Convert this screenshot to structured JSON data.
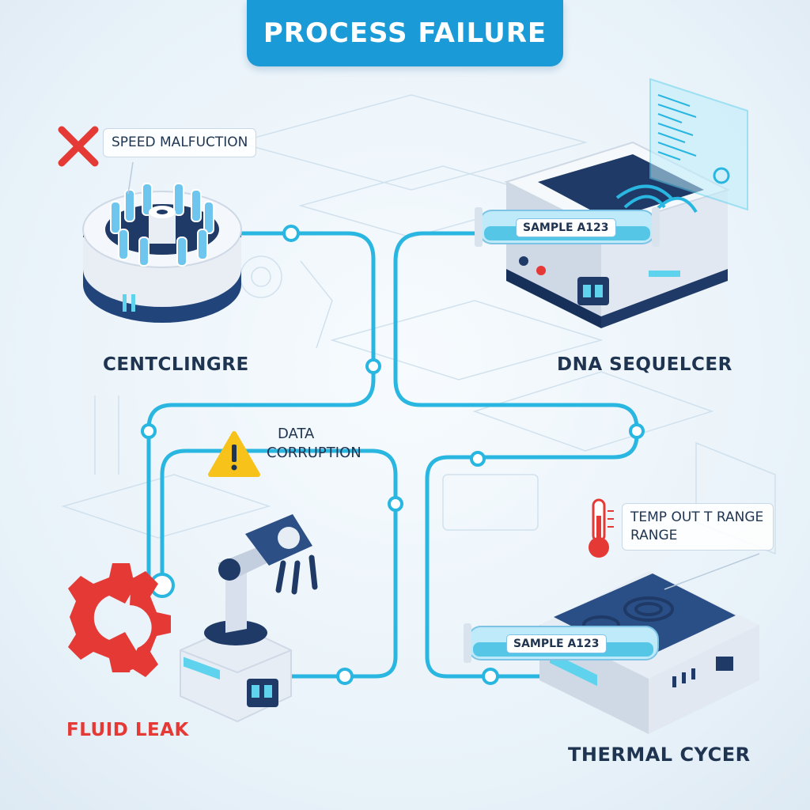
{
  "title": "PROCESS FAILURE",
  "stations": {
    "centrifuge": {
      "label": "CENTCLINGRE",
      "alert": "SPEED MALFUCTION"
    },
    "sequencer": {
      "label": "DNA SEQUELCER",
      "sample": "SAMPLE A123"
    },
    "robot": {
      "alert_line1": "DATA",
      "alert_line2": "CORRUPTION",
      "failure": "FLUID LEAK"
    },
    "cycler": {
      "label": "THERMAL CYCER",
      "alert_line1": "TEMP OUT T RANGE",
      "alert_line2": "RANGE",
      "sample": "SAMPLE A123"
    }
  },
  "colors": {
    "accent": "#1a9ad6",
    "pipe": "#29b6e0",
    "error": "#e53935",
    "warning": "#f7c21a",
    "machine_dark": "#1f3a66",
    "text": "#1f3450"
  },
  "icons": [
    "x-error-icon",
    "warning-icon",
    "thermometer-icon",
    "broken-gear-icon"
  ]
}
